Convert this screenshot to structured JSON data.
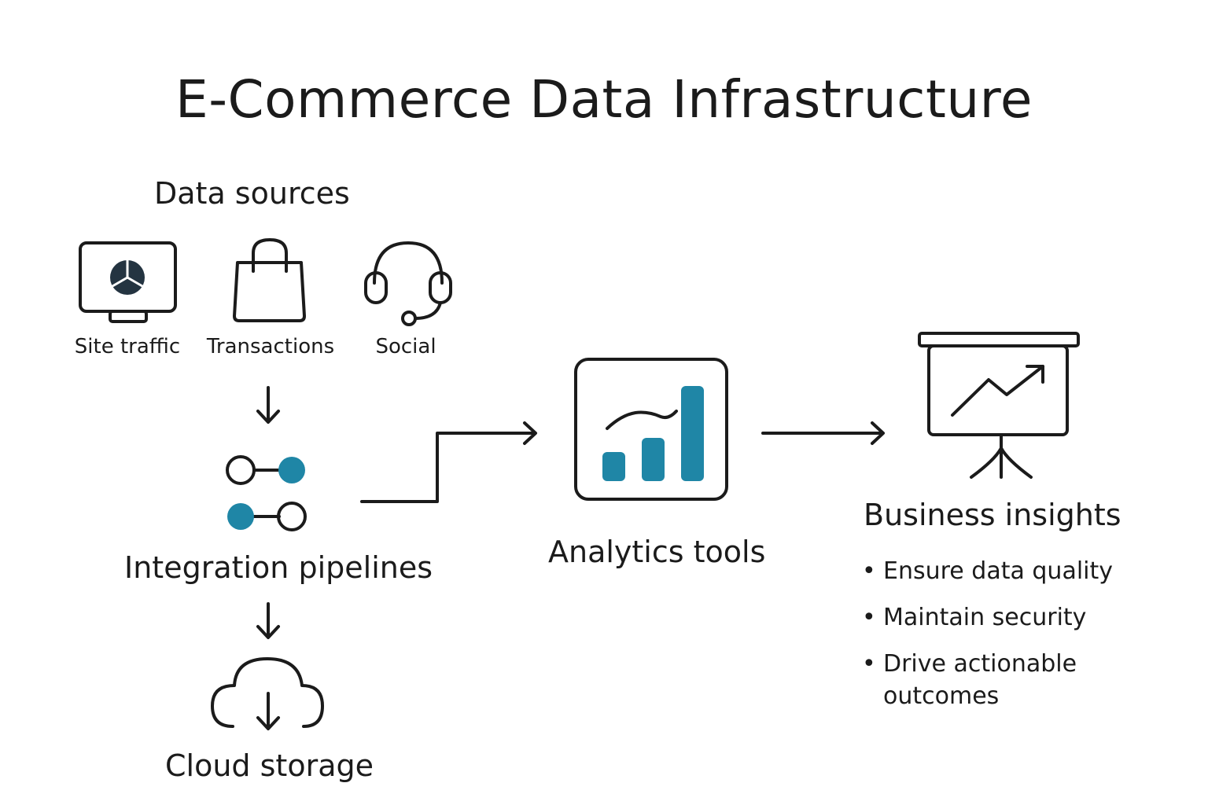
{
  "title": "E-Commerce Data Infrastructure",
  "sources": {
    "heading": "Data sources",
    "items": [
      {
        "label": "Site traffic",
        "icon": "monitor-icon"
      },
      {
        "label": "Transactions",
        "icon": "shopping-bag-icon"
      },
      {
        "label": "Social",
        "icon": "headset-icon"
      }
    ]
  },
  "pipelines": {
    "label": "Integration pipelines",
    "icon": "pipeline-nodes-icon"
  },
  "storage": {
    "label": "Cloud storage",
    "icon": "cloud-download-icon"
  },
  "analytics": {
    "label": "Analytics tools",
    "icon": "bar-chart-icon"
  },
  "insights": {
    "heading": "Business insights",
    "icon": "presentation-board-icon",
    "bullets": [
      "Ensure data quality",
      "Maintain security",
      "Drive actionable outcomes"
    ]
  },
  "colors": {
    "accent": "#1f86a6",
    "stroke": "#1b1b1b",
    "background": "#ffffff"
  }
}
